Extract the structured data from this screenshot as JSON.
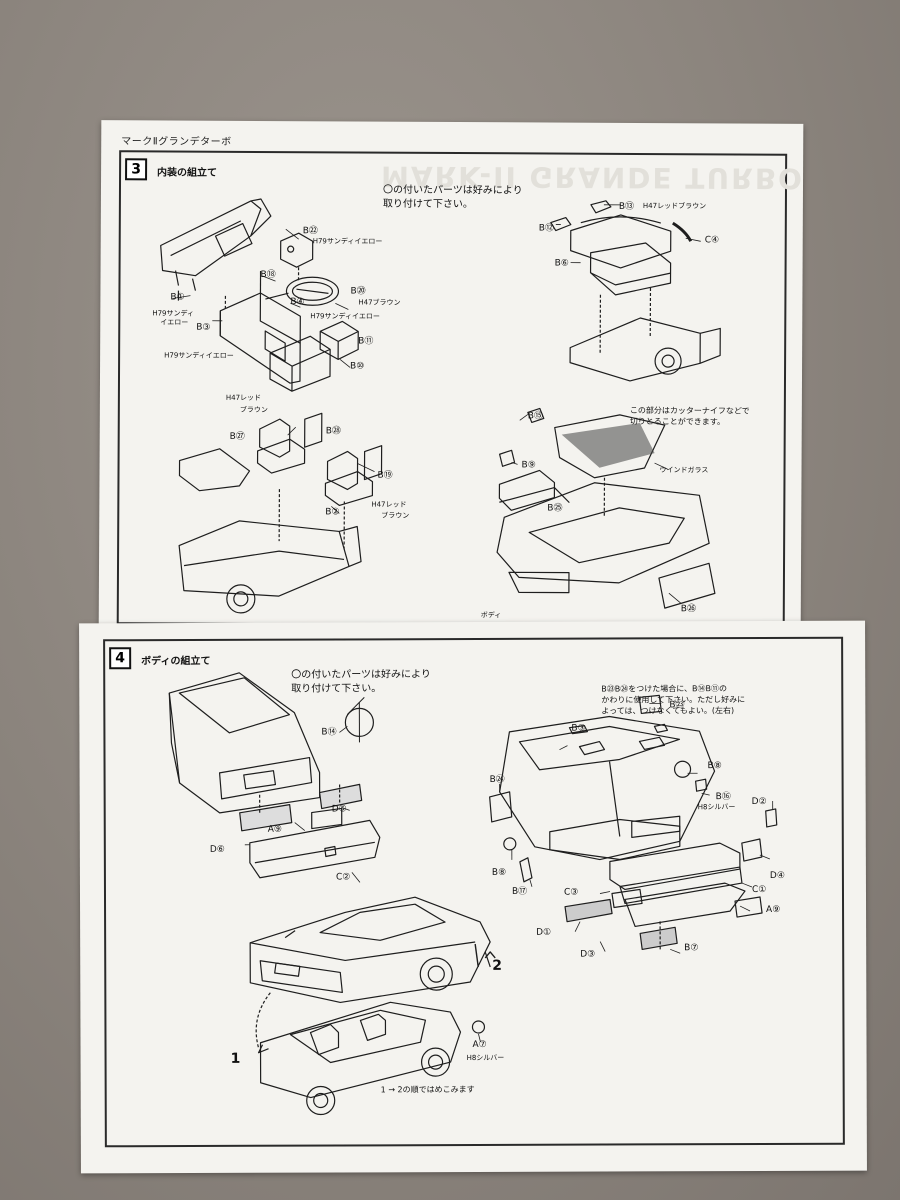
{
  "doc": {
    "header": "マークⅡグランデターボ",
    "ghost_title": "MARK-II GRANDE TURBO"
  },
  "step3": {
    "number": "3",
    "title": "内装の組立て",
    "note": [
      "〇の付いたパーツは好みにより",
      "取り付けて下さい。"
    ],
    "cut_note": [
      "この部分はカッターナイフなどで",
      "切りとることができます。"
    ],
    "labels": {
      "b22": "B㉒",
      "sandy1": "H79サンディイエロー",
      "b18": "B⑱",
      "b20": "B⑳",
      "brown1": "H47ブラウン",
      "b1": "B①",
      "b4": "B④",
      "sandy2": "H79サンディ",
      "yellow2": "イエロー",
      "sandy3": "H79サンディイエロー",
      "b3": "B③",
      "b11": "B⑪",
      "sandy4": "H79サンディイエロー",
      "b10": "B⑩",
      "b12": "B⑫",
      "b13": "B⑬",
      "redbrown1": "H47レッドブラウン",
      "c4": "C④",
      "b6": "B⑥",
      "redbrown2a": "H47レッド",
      "redbrown2b": "ブラウン",
      "b27": "B㉗",
      "b28": "B㉘",
      "b19": "B⑲",
      "redbrown3a": "H47レッド",
      "redbrown3b": "ブラウン",
      "b2": "B②",
      "b15": "B⑮",
      "b9": "B⑨",
      "windglass": "ウインドガラス",
      "b25": "B㉕",
      "body": "ボディ",
      "b26": "B㉖"
    }
  },
  "step4": {
    "number": "4",
    "title": "ボディの組立て",
    "note": [
      "〇の付いたパーツは好みにより",
      "取り付けて下さい。"
    ],
    "alt_note": [
      "B㉓B㉔をつけた場合に、B⑭B⑪の",
      "かわりに使用して下さい。ただし好みに",
      "よっては、つけなくてもよい。(左右)"
    ],
    "order_note": "1 → 2の順ではめこみます",
    "labels": {
      "b14": "B⑭",
      "d5": "D⑤",
      "a9a": "A⑨",
      "d6": "D⑥",
      "c2": "C②",
      "b23": "B㉓",
      "b3": "B③",
      "b24": "B㉔",
      "b8a": "B⑧",
      "b16": "B⑯",
      "silver1": "H8シルバー",
      "d2": "D②",
      "b8b": "B⑧",
      "b17": "B⑰",
      "c3": "C③",
      "c1": "C①",
      "d4": "D④",
      "a9b": "A⑨",
      "d1": "D①",
      "d3": "D③",
      "b7": "B⑦",
      "one": "1",
      "two": "2",
      "a7": "A⑦",
      "silver2": "H8シルバー"
    }
  },
  "colors": {
    "paper": "#f4f3ef",
    "ink": "#1e1e1e",
    "background": "#8b847d"
  }
}
